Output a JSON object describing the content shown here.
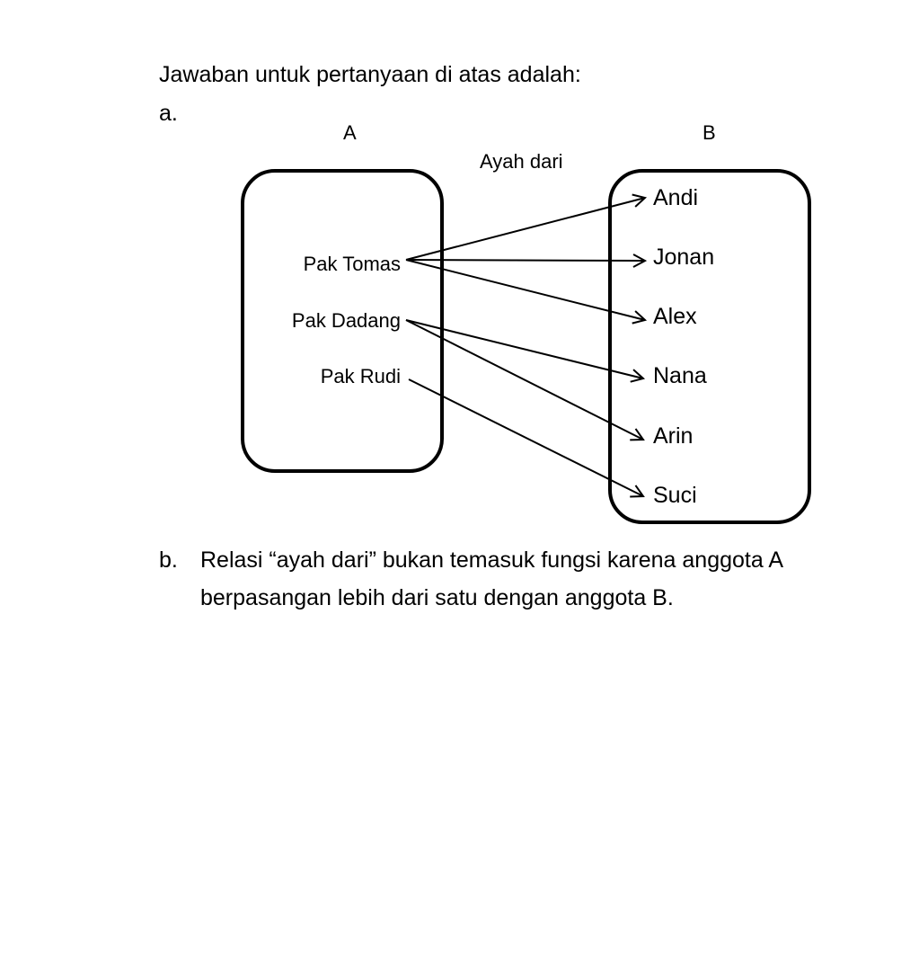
{
  "intro": "Jawaban untuk pertanyaan di atas adalah:",
  "part_a_label": "a.",
  "diagram": {
    "set_a_title": "A",
    "set_b_title": "B",
    "relation_label": "Ayah dari",
    "set_a": [
      "Pak Tomas",
      "Pak Dadang",
      "Pak Rudi"
    ],
    "set_b": [
      "Andi",
      "Jonan",
      "Alex",
      "Nana",
      "Arin",
      "Suci"
    ],
    "pairs": [
      {
        "from": "Pak Tomas",
        "to": "Andi"
      },
      {
        "from": "Pak Tomas",
        "to": "Jonan"
      },
      {
        "from": "Pak Tomas",
        "to": "Alex"
      },
      {
        "from": "Pak Dadang",
        "to": "Nana"
      },
      {
        "from": "Pak Dadang",
        "to": "Arin"
      },
      {
        "from": "Pak Rudi",
        "to": "Suci"
      }
    ]
  },
  "part_b_label": "b.",
  "answer_b": {
    "line1": "Relasi “ayah dari” bukan temasuk fungsi karena anggota A",
    "line2": "berpasangan lebih dari satu dengan anggota B."
  }
}
